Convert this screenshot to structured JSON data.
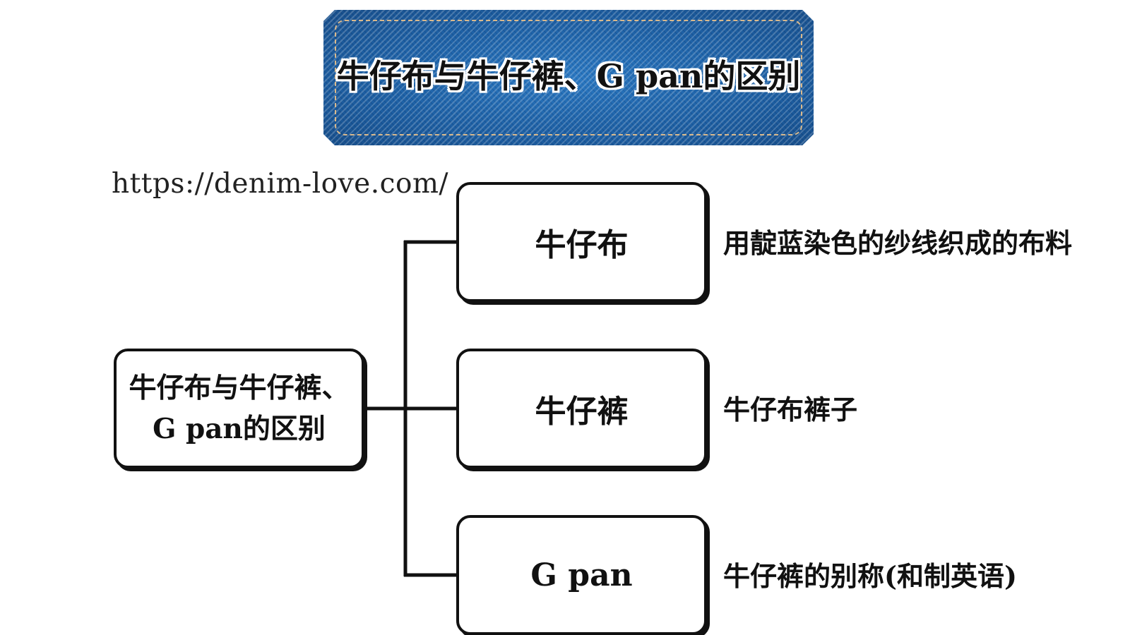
{
  "banner": {
    "title": "牛仔布与牛仔裤、G pan的区别"
  },
  "site_url": "https://denim-love.com/",
  "root": {
    "label": "牛仔布与牛仔裤、G pan的区别"
  },
  "items": [
    {
      "label": "牛仔布",
      "description": "用靛蓝染色的纱线织成的布料"
    },
    {
      "label": "牛仔裤",
      "description": "牛仔布裤子"
    },
    {
      "label": "G pan",
      "description": "牛仔裤的别称(和制英语)"
    }
  ],
  "colors": {
    "denim": "#1f62a6",
    "stitch": "#d9b98c",
    "line": "#111111"
  }
}
